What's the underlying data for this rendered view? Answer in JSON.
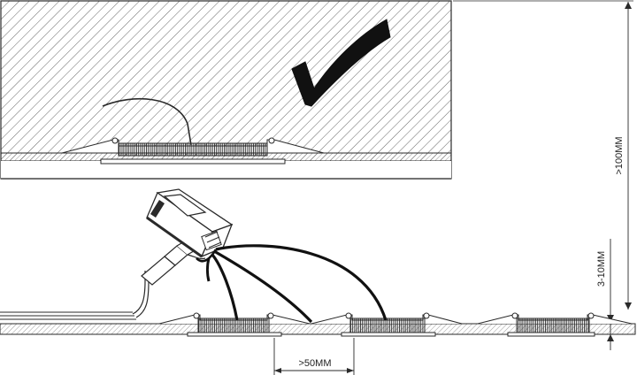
{
  "labels": {
    "height_clearance": ">100MM",
    "ceiling_thickness": "3-10MM",
    "spacing": ">50MM"
  },
  "icons": {
    "check": "checkmark-icon",
    "driver": "led-driver-box-icon",
    "panel": "recessed-downlight-icon"
  },
  "colors": {
    "stroke": "#2a2a2a",
    "background": "#ffffff",
    "hatch": "#555555"
  }
}
